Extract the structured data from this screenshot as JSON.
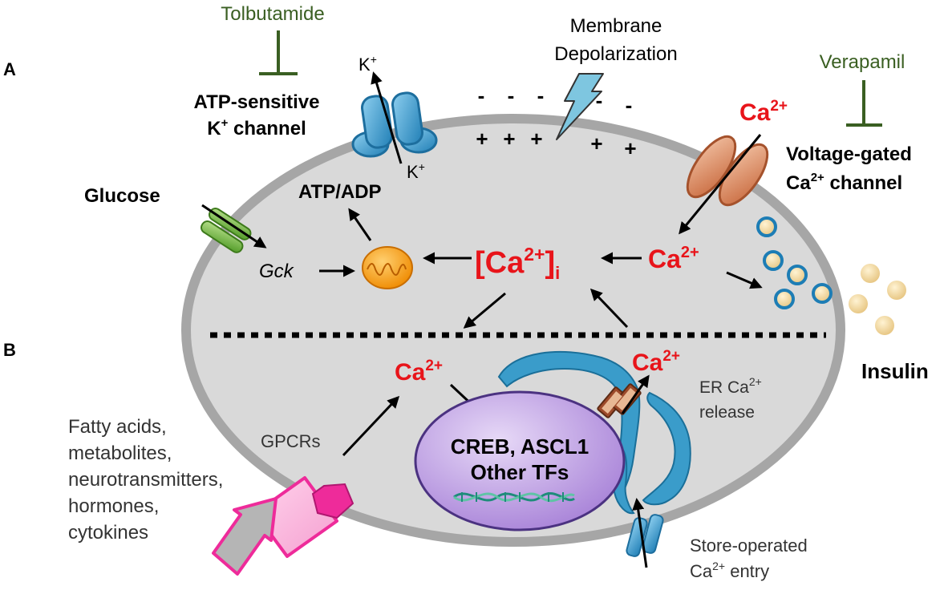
{
  "panels": {
    "a": "A",
    "b": "B"
  },
  "drugs": {
    "tolbutamide": "Tolbutamide",
    "verapamil": "Verapamil"
  },
  "labels": {
    "katp_line1": "ATP-sensitive",
    "katp_line2_base": "K",
    "katp_line2_sup": "+",
    "katp_line2_rest": " channel",
    "k_top_base": "K",
    "k_top_sup": "+",
    "k_bottom_base": "K",
    "k_bottom_sup": "+",
    "membrane_line1": "Membrane",
    "membrane_line2": "Depolarization",
    "minus": "-",
    "plus": "+",
    "ca_ext_base": "Ca",
    "ca_ext_sup": "2+",
    "vgcc_line1": "Voltage-gated",
    "vgcc_line2_base": "Ca",
    "vgcc_line2_sup": "2+",
    "vgcc_line2_rest": " channel",
    "glucose": "Glucose",
    "atp_adp": "ATP/ADP",
    "gck": "Gck",
    "ca_i_base": "[Ca",
    "ca_i_sup": "2+",
    "ca_i_close": "]",
    "ca_i_sub": "i",
    "ca_right_base": "Ca",
    "ca_right_sup": "2+",
    "insulin": "Insulin",
    "ca_gpcr_base": "Ca",
    "ca_gpcr_sup": "2+",
    "ca_er_base": "Ca",
    "ca_er_sup": "2+",
    "er_line1_base": "ER Ca",
    "er_line1_sup": "2+",
    "er_line2": "release",
    "gpcrs": "GPCRs",
    "nucleus_line1": "CREB, ASCL1",
    "nucleus_line2": "Other TFs",
    "ligands": [
      "Fatty acids,",
      "metabolites,",
      "neurotransmitters,",
      "hormones,",
      "cytokines"
    ],
    "soce_line1": "Store-operated",
    "soce_line2_base": "Ca",
    "soce_line2_sup": "2+",
    "soce_line2_rest": " entry"
  },
  "colors": {
    "calcium_red": "#e8141a",
    "drug_green": "#3a5f22",
    "cell_fill": "#d9d9d9",
    "cell_border": "#a6a6a6",
    "channel_blue": "#2e8ec4",
    "er_blue": "#2b8bb8",
    "vgcc_orange": "#c8683c",
    "glut_green": "#5caa2e",
    "mito_orange": "#f4920f",
    "nucleus_purple": "#b593dd",
    "gpcr_pink": "#ee2b9a",
    "granule_tan": "#f2d9a0"
  }
}
